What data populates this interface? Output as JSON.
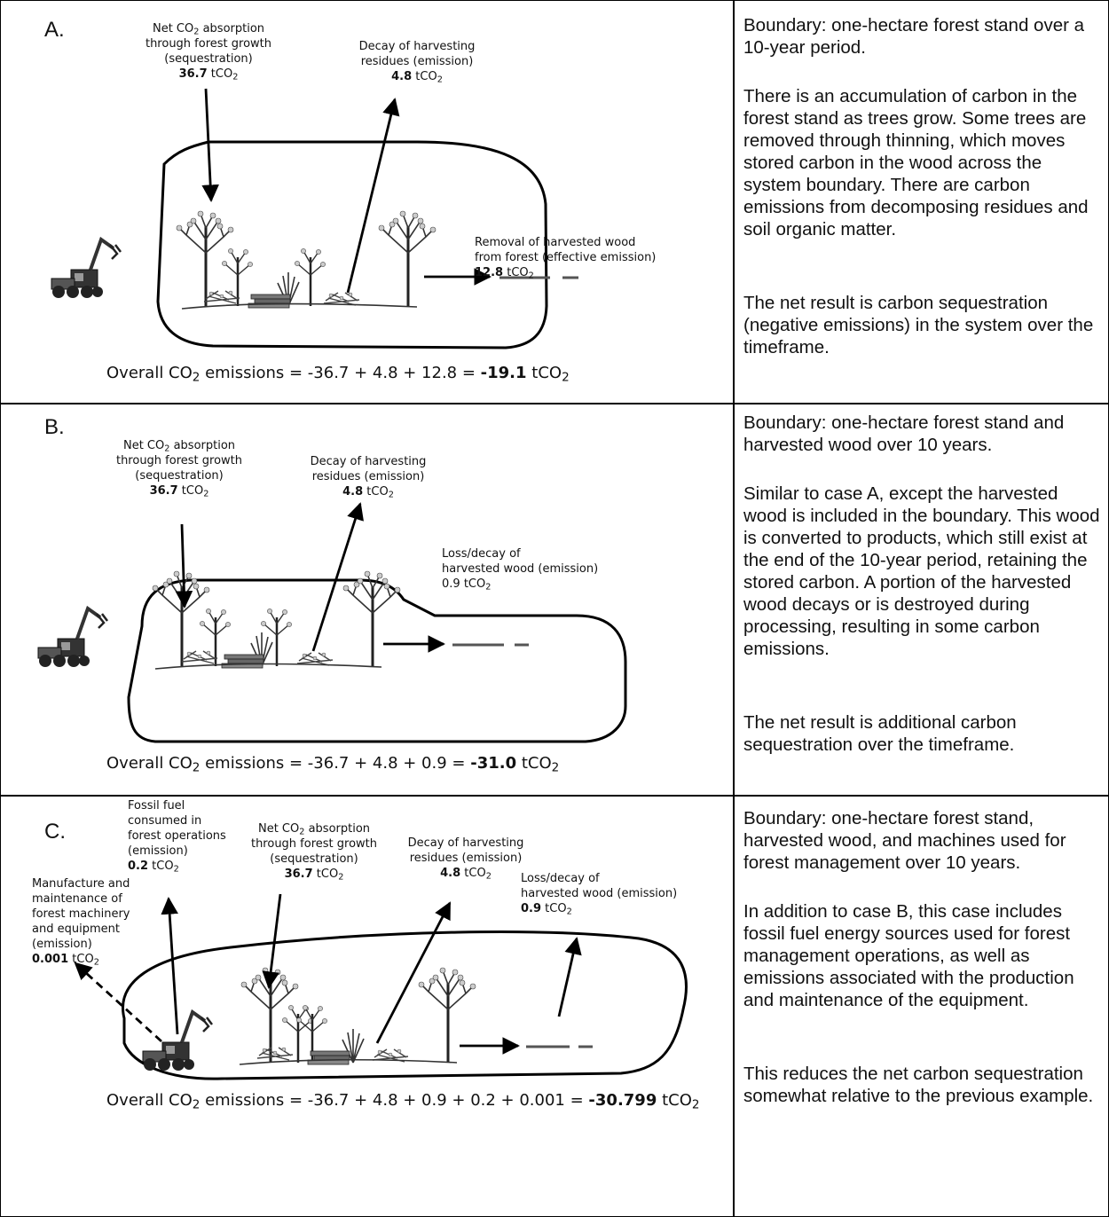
{
  "panels": [
    {
      "letter": "A.",
      "labels": {
        "seq_lines": [
          "Net CO",
          " absorption",
          "through forest growth",
          "(sequestration)"
        ],
        "seq_value": "36.7",
        "decay_lines": [
          "Decay of harvesting",
          "residues (emission)"
        ],
        "decay_value": "4.8",
        "removal_lines": [
          "Removal of harvested wood",
          "from forest (effective emission)"
        ],
        "removal_value": "12.8"
      },
      "equation": {
        "prefix": "Overall CO",
        "middle": " emissions = -36.7 + 4.8 + 12.8 = ",
        "result": "-19.1",
        "unit": " tCO"
      },
      "description": {
        "boundary": "Boundary: one-hectare forest stand over a 10-year period.",
        "body": "There is an accumulation of carbon in the forest stand as trees grow. Some trees are removed through thinning, which moves stored carbon in the wood across the system boundary. There are carbon emissions from decomposing residues and soil organic matter.",
        "result": "The net result is carbon sequestration (negative emissions) in the system over the timeframe."
      }
    },
    {
      "letter": "B.",
      "labels": {
        "seq_lines": [
          "Net CO",
          " absorption",
          "through forest growth",
          "(sequestration)"
        ],
        "seq_value": "36.7",
        "decay_lines": [
          "Decay of harvesting",
          "residues (emission)"
        ],
        "decay_value": "4.8",
        "loss_lines": [
          "Loss/decay of",
          "harvested wood (emission)"
        ],
        "loss_value": "0.9"
      },
      "equation": {
        "prefix": "Overall CO",
        "middle": " emissions = -36.7 + 4.8 + 0.9 = ",
        "result": "-31.0",
        "unit": " tCO"
      },
      "description": {
        "boundary": "Boundary: one-hectare forest stand and harvested wood over 10 years.",
        "body": "Similar to case A, except the harvested wood is included in the boundary. This wood is converted to products, which still exist at the end of the 10-year period, retaining the stored carbon. A portion of the harvested wood decays or is destroyed during processing, resulting in some carbon emissions.",
        "result": "The net result is additional carbon sequestration over the timeframe."
      }
    },
    {
      "letter": "C.",
      "labels": {
        "fuel_lines": [
          "Fossil fuel",
          "consumed in",
          "forest operations",
          "(emission)"
        ],
        "fuel_value": "0.2",
        "manu_lines": [
          "Manufacture and",
          "maintenance of",
          "forest machinery",
          "and equipment",
          "(emission)"
        ],
        "manu_value": "0.001",
        "seq_lines": [
          "Net CO",
          " absorption",
          "through forest growth",
          "(sequestration)"
        ],
        "seq_value": "36.7",
        "decay_lines": [
          "Decay of harvesting",
          "residues (emission)"
        ],
        "decay_value": "4.8",
        "loss_lines": [
          "Loss/decay of",
          "harvested wood (emission)"
        ],
        "loss_value": "0.9"
      },
      "equation": {
        "prefix": "Overall CO",
        "middle": " emissions = -36.7 + 4.8 + 0.9 + 0.2 + 0.001 = ",
        "result": "-30.799",
        "unit": " tCO"
      },
      "description": {
        "boundary": "Boundary: one-hectare forest stand, harvested wood, and machines used for forest management over 10 years.",
        "body": "In addition to case B, this case includes fossil fuel energy sources used for forest management operations, as well as emissions associated with the production and maintenance of the equipment.",
        "result": "This reduces the net carbon sequestration somewhat relative to the previous example."
      }
    }
  ],
  "subscript": "2",
  "unit_small": "tCO"
}
